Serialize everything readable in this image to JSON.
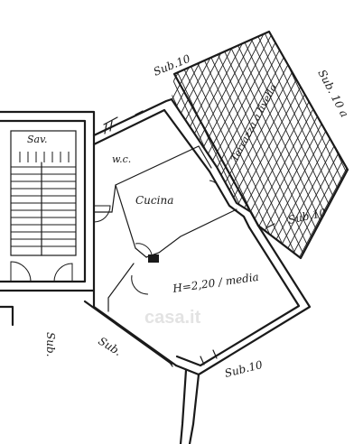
{
  "labels": {
    "sub_top": "Sub.10",
    "sub_right_top": "Sub. 10 a",
    "sub_right_mid": "Sub.10",
    "sub_bottom_right": "Sub.10",
    "sub_bottom_mid": "Sub.",
    "sub_left_bottom": "Sub.",
    "stair_label": "Sav.",
    "wc": "w.c.",
    "kitchen": "Cucina",
    "room_height": "H=2,20 / media",
    "terrace_text": "Terrazza a livello"
  },
  "watermark": "casa.it",
  "colors": {
    "ink": "#1a1a1a",
    "paper": "#ffffff"
  }
}
